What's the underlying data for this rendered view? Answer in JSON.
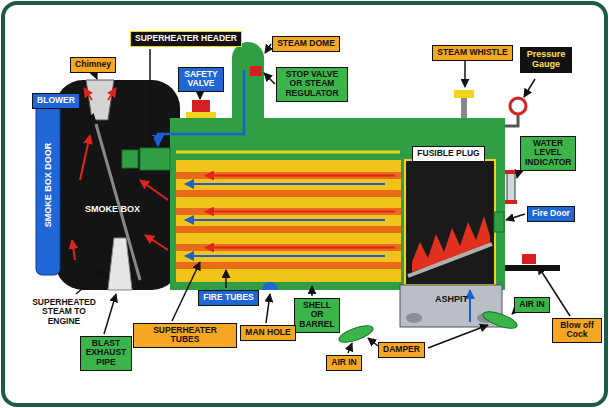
{
  "diagram": {
    "nodes": [
      {
        "text": [
          "SUPERHEATER HEADER"
        ]
      },
      {
        "text": [
          "STEAM DOME"
        ]
      },
      {
        "text": [
          "STEAM WHISTLE"
        ]
      },
      {
        "text": [
          "Pressure Gauge"
        ]
      },
      {
        "text": [
          "Chimney"
        ]
      },
      {
        "text": [
          "SAFETY VALVE"
        ]
      },
      {
        "text": [
          "STOP VALVE OR STEAM REGULATOR"
        ]
      },
      {
        "text": [
          "BLOWER"
        ]
      },
      {
        "text": [
          "WATER LEVEL INDICATOR"
        ]
      },
      {
        "text": [
          "FUSIBLE PLUG"
        ]
      },
      {
        "text": [
          "Fire Door"
        ]
      },
      {
        "text": [
          "FIRE TUBES"
        ]
      },
      {
        "text": [
          "AIR IN"
        ]
      },
      {
        "text": [
          "SHELL OR BARREL"
        ]
      },
      {
        "text": [
          "Blow off Cock"
        ]
      },
      {
        "text": [
          "SUPERHEATER TUBES"
        ]
      },
      {
        "text": [
          "MAN HOLE"
        ]
      },
      {
        "text": [
          "BLAST EXHAUST PIPE"
        ]
      },
      {
        "text": [
          "DAMPER"
        ]
      },
      {
        "text": [
          "AIR IN"
        ]
      }
    ],
    "labels": [
      "SMOKE BOX DOOR",
      "SMOKE BOX",
      "ASHPIT",
      "SUPERHEATED STEAM TO ENGINE"
    ]
  }
}
